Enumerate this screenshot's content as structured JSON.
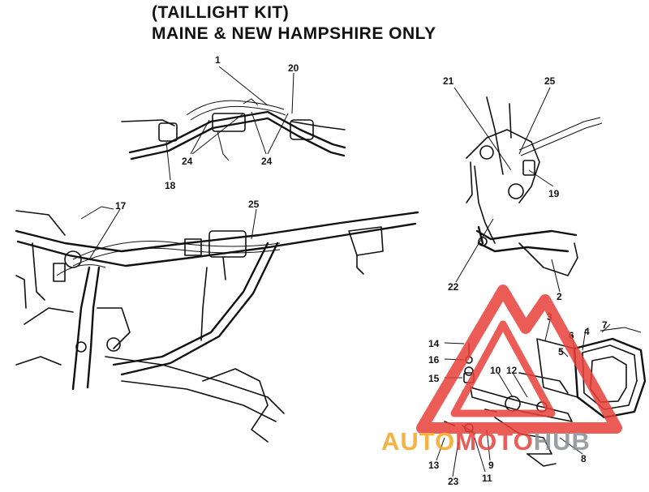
{
  "title": {
    "line1": "(TAILLIGHT KIT)",
    "line2": "MAINE & NEW HAMPSHIRE ONLY"
  },
  "callouts": {
    "n1": "1",
    "n20": "20",
    "n24a": "24",
    "n24b": "24",
    "n18": "18",
    "n21": "21",
    "n25a": "25",
    "n19": "19",
    "n22": "22",
    "n2": "2",
    "n17": "17",
    "n25b": "25",
    "n3": "3",
    "n7": "7",
    "n4": "4",
    "n6": "6",
    "n5": "5",
    "n14": "14",
    "n16": "16",
    "n15": "15",
    "n10": "10",
    "n12": "12",
    "n8": "8",
    "n9": "9",
    "n11": "11",
    "n13": "13",
    "n23": "23"
  },
  "watermark": {
    "part1": "AUTO",
    "part2": "MOTO",
    "part3": "HUB",
    "color_orange": "#f5a623",
    "color_red": "#e8403a",
    "color_gray": "#8a8f93"
  }
}
